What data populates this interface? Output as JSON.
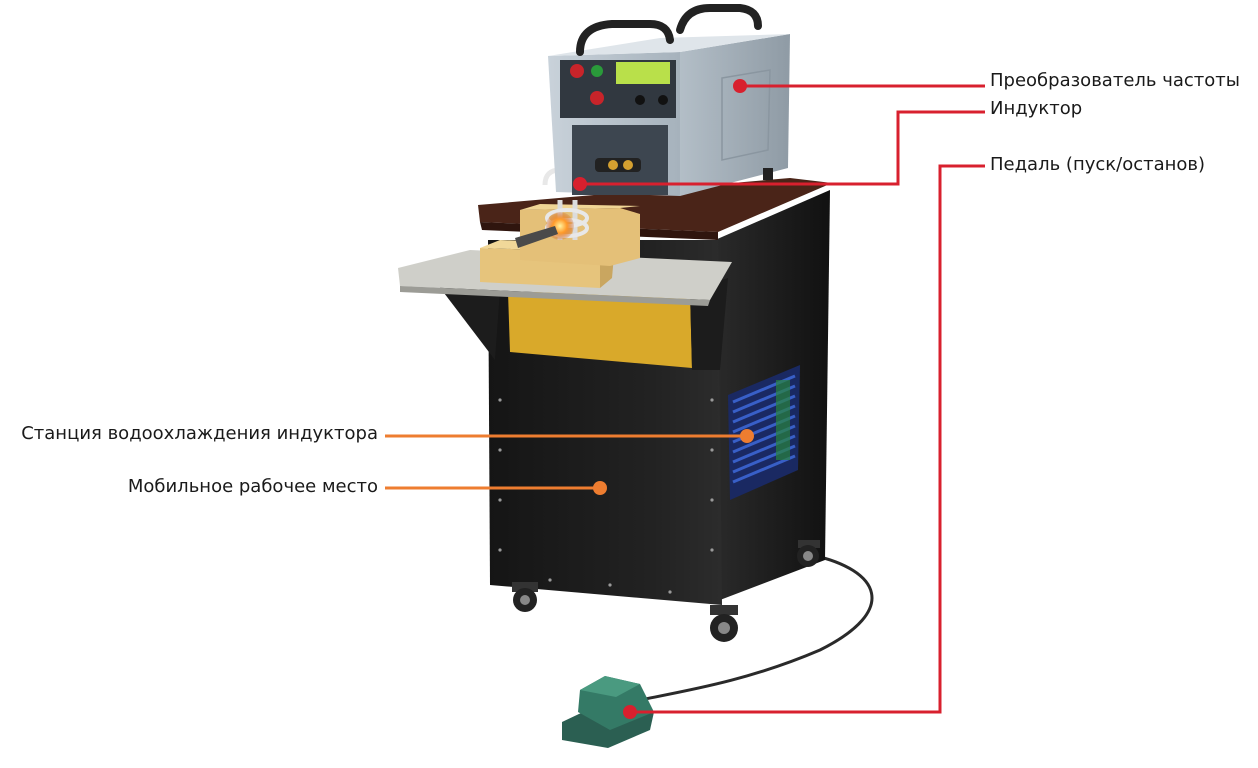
{
  "diagram": {
    "colors": {
      "red_callout": "#d8202e",
      "orange_callout": "#ee7d30",
      "cabinet": "#1b1b1b",
      "converter_body": "#b9c4cd",
      "wood_top": "#4a2418",
      "stone_table": "#c9c9c3",
      "brick": "#e5c27a",
      "yellow_panel": "#d9a92a",
      "pedal": "#2f6e5e",
      "vent_blue": "#2c4fb0"
    },
    "labels": {
      "converter": "Преобразователь частоты",
      "inductor": "Индуктор",
      "pedal": "Педаль (пуск/останов)",
      "cooling": "Станция водоохлаждения индуктора",
      "workplace": "Мобильное рабочее место"
    }
  }
}
